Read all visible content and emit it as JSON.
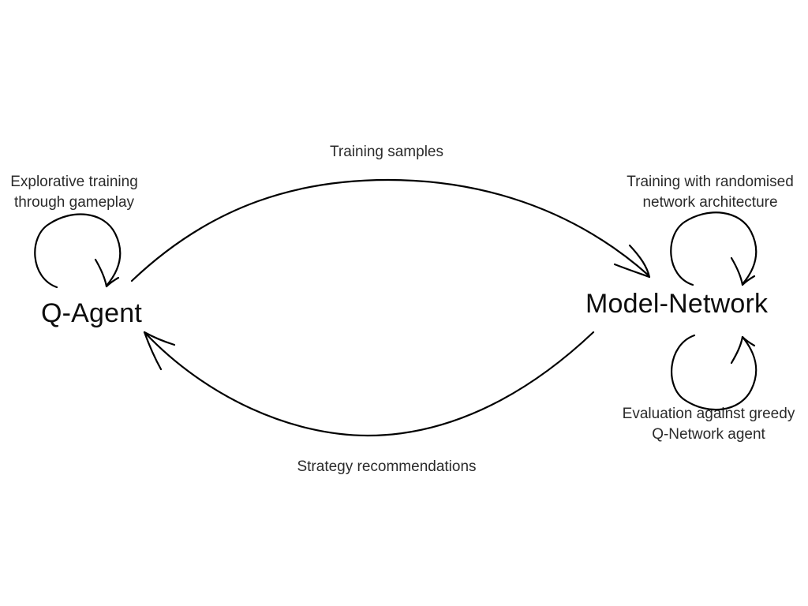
{
  "diagram": {
    "title_present": false,
    "background_color": "#ffffff",
    "stroke_color": "#000000",
    "text_color": "#1a1a1a",
    "nodes": [
      {
        "id": "q-agent",
        "label": "Q-Agent"
      },
      {
        "id": "model-network",
        "label": "Model-Network"
      }
    ],
    "edges": [
      {
        "id": "training-samples",
        "label": "Training samples",
        "from": "q-agent",
        "to": "model-network"
      },
      {
        "id": "strategy-recommendations",
        "label": "Strategy recommendations",
        "from": "model-network",
        "to": "q-agent"
      }
    ],
    "self_loops": [
      {
        "id": "explorative-training",
        "node": "q-agent",
        "label_line1": "Explorative training",
        "label_line2": "through gameplay"
      },
      {
        "id": "randomised-architecture",
        "node": "model-network",
        "label_line1": "Training with randomised",
        "label_line2": "network architecture"
      },
      {
        "id": "greedy-evaluation",
        "node": "model-network",
        "label_line1": "Evaluation against greedy",
        "label_line2": "Q-Network agent"
      }
    ]
  }
}
